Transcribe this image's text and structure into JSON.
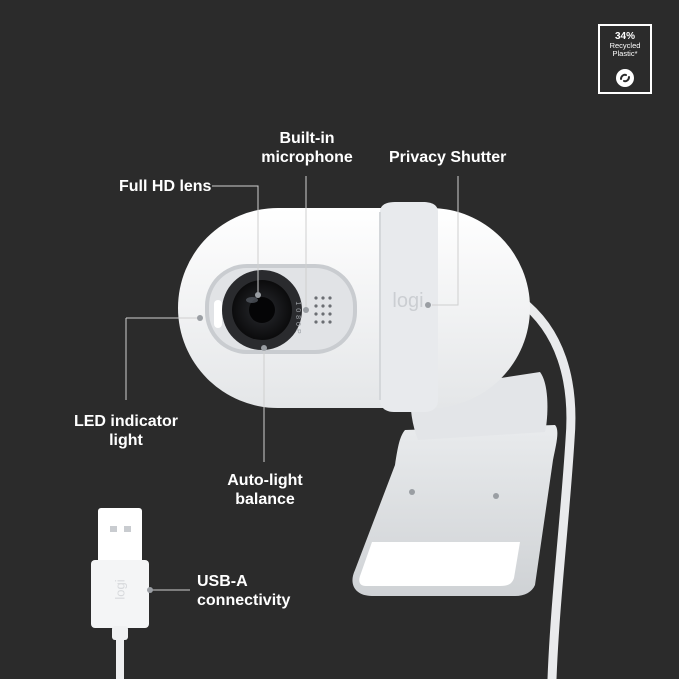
{
  "callouts": {
    "builtin_microphone": [
      "Built-in",
      "microphone"
    ],
    "privacy_shutter": "Privacy Shutter",
    "full_hd_lens": "Full HD lens",
    "led_indicator": [
      "LED indicator",
      "light"
    ],
    "auto_light": [
      "Auto-light",
      "balance"
    ],
    "usb_a": [
      "USB-A",
      "connectivity"
    ]
  },
  "badge": {
    "percent": "34%",
    "line1": "Recycled",
    "line2": "Plastic*"
  },
  "device": {
    "brand": "logi",
    "resolution_mark": "1080P"
  },
  "colors": {
    "background": "#2b2b2b",
    "device_body": "#f2f3f4",
    "leader_line": "#cfcfcf"
  }
}
